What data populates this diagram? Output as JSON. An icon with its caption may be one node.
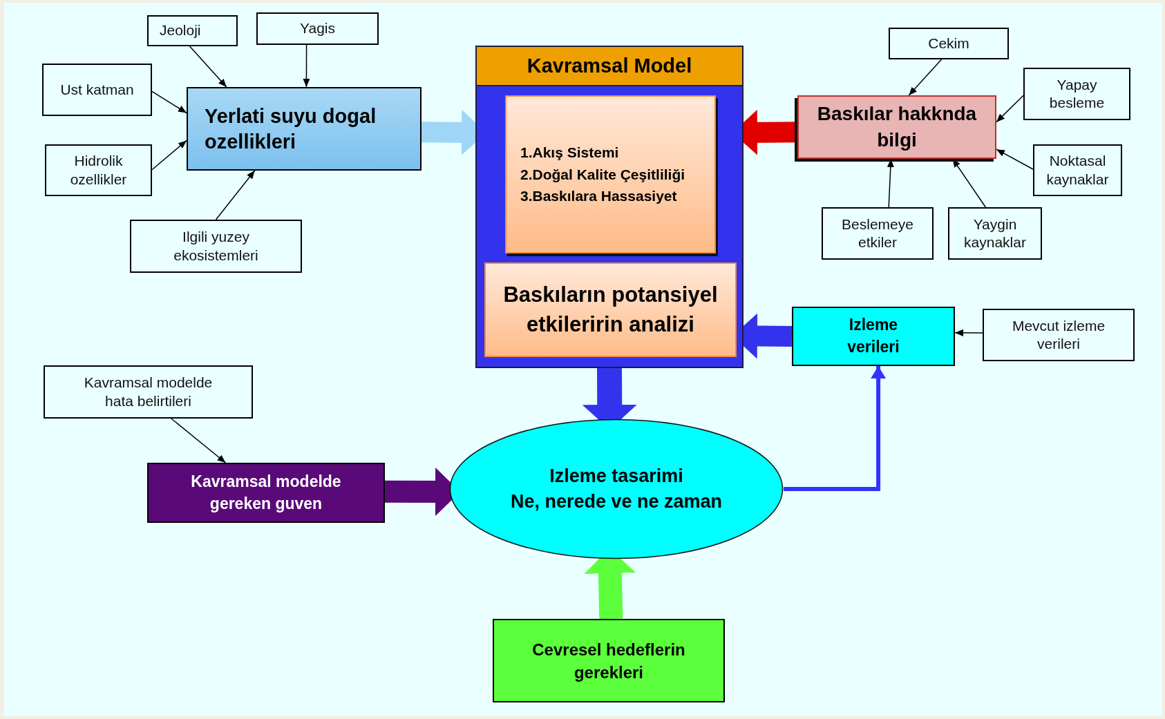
{
  "diagram": {
    "nodes": [
      {
        "text": [
          "Jeoloji"
        ]
      },
      {
        "text": [
          "Yagis"
        ]
      },
      {
        "text": [
          "Ust katman"
        ]
      },
      {
        "text": [
          "Hidrolik ozellikler"
        ]
      },
      {
        "text": [
          "Yerlati suyu dogal ozellikleri"
        ]
      },
      {
        "text": [
          "Ilgili yuzey ekosistemleri"
        ]
      },
      {
        "text": [
          "Kavramsal Model"
        ]
      },
      {
        "text": [
          "1.Akış Sistemi",
          "2.Doğal Kalite Çeşitliliği",
          "3.Baskılara Hassasiyet"
        ],
        "in": 6
      },
      {
        "text": [
          "Baskıların potansiyel etkileririn analizi"
        ],
        "in": 6
      },
      {
        "text": [
          "Cekim"
        ]
      },
      {
        "text": [
          "Baskılar hakknda bilgi"
        ]
      },
      {
        "text": [
          "Yapay besleme"
        ]
      },
      {
        "text": [
          "Noktasal kaynaklar"
        ]
      },
      {
        "text": [
          "Beslemeye etkiler"
        ]
      },
      {
        "text": [
          "Yaygin kaynaklar"
        ]
      },
      {
        "text": [
          "Izleme verileri"
        ]
      },
      {
        "text": [
          "Mevcut izleme verileri"
        ]
      },
      {
        "text": [
          "Kavramsal modelde hata belirtileri"
        ]
      },
      {
        "text": [
          "Kavramsal modelde gereken guven"
        ]
      },
      {
        "text": [
          "Izleme tasarimi",
          "Ne, nerede ve ne zaman"
        ]
      },
      {
        "text": [
          "Cevresel hedeflerin gerekleri"
        ]
      }
    ],
    "edges": [
      {
        "from": 0,
        "to": 4,
        "arrow": "to"
      },
      {
        "from": 1,
        "to": 4,
        "arrow": "to"
      },
      {
        "from": 2,
        "to": 4,
        "arrow": "to"
      },
      {
        "from": 3,
        "to": 4,
        "arrow": "to"
      },
      {
        "from": 5,
        "to": 4,
        "arrow": "to"
      },
      {
        "from": 4,
        "to": 6,
        "arrow": "to",
        "style": "thick",
        "color": "#9fd6f7"
      },
      {
        "from": 9,
        "to": 10,
        "arrow": "to"
      },
      {
        "from": 11,
        "to": 10,
        "arrow": "to"
      },
      {
        "from": 12,
        "to": 10,
        "arrow": "to"
      },
      {
        "from": 13,
        "to": 10,
        "arrow": "to"
      },
      {
        "from": 14,
        "to": 10,
        "arrow": "to"
      },
      {
        "from": 10,
        "to": 6,
        "arrow": "to",
        "style": "thick",
        "color": "#e00000"
      },
      {
        "from": 16,
        "to": 15,
        "arrow": "to"
      },
      {
        "from": 15,
        "to": 6,
        "arrow": "to",
        "style": "thick",
        "color": "#3333ee"
      },
      {
        "from": 6,
        "to": 19,
        "arrow": "to",
        "style": "thick",
        "color": "#3333ee"
      },
      {
        "from": 17,
        "to": 18,
        "arrow": "to"
      },
      {
        "from": 18,
        "to": 19,
        "arrow": "to",
        "style": "thick",
        "color": "#5a0a78"
      },
      {
        "from": 20,
        "to": 19,
        "arrow": "to",
        "style": "thick",
        "color": "#5cff3c"
      },
      {
        "from": 19,
        "to": 15,
        "arrow": "to",
        "style": "thick",
        "color": "#3333ff"
      }
    ]
  }
}
